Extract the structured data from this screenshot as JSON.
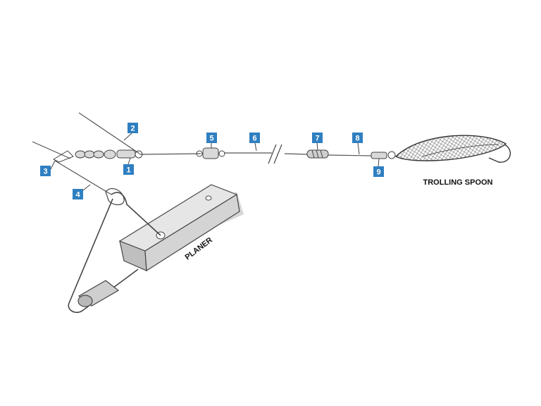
{
  "colors": {
    "callout_fill": "#2f7fc1",
    "line": "#555555",
    "metal_fill": "#d9d9d9",
    "planer_fill": "#e6e6e6",
    "shadow": "#bdbdbd"
  },
  "labels": {
    "trolling_spoon": "TROLLING SPOON",
    "planer": "PLANER"
  },
  "callouts": [
    {
      "number": "1"
    },
    {
      "number": "2"
    },
    {
      "number": "3"
    },
    {
      "number": "4"
    },
    {
      "number": "5"
    },
    {
      "number": "6"
    },
    {
      "number": "7"
    },
    {
      "number": "8"
    },
    {
      "number": "9"
    }
  ]
}
